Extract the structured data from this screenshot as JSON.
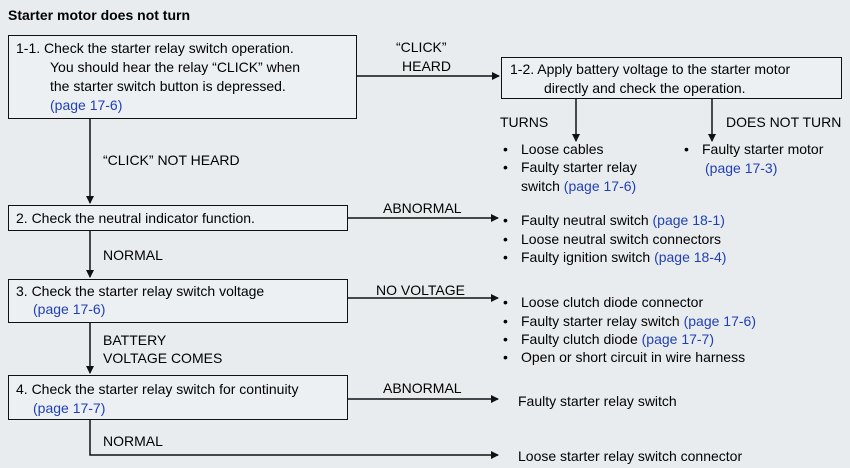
{
  "title": "Starter motor does not turn",
  "steps": {
    "s1_1": {
      "line1": "1-1. Check the starter relay switch operation.",
      "line2": "You should hear the relay “CLICK” when",
      "line3": "the starter switch button is depressed.",
      "ref": "(page 17-6)"
    },
    "s1_2": {
      "line1": "1-2. Apply battery voltage to the starter motor",
      "line2": "directly and check the operation."
    },
    "s2": {
      "line1": "2. Check the neutral indicator function."
    },
    "s3": {
      "line1": "3. Check the starter relay switch voltage",
      "ref": "(page 17-6)"
    },
    "s4": {
      "line1": "4. Check the starter relay switch for continuity",
      "ref": "(page 17-7)"
    }
  },
  "labels": {
    "click_heard_1": "“CLICK”",
    "click_heard_2": "HEARD",
    "click_not_heard": "“CLICK” NOT HEARD",
    "turns": "TURNS",
    "does_not_turn": "DOES NOT TURN",
    "abnormal_2": "ABNORMAL",
    "normal_2": "NORMAL",
    "no_voltage": "NO VOLTAGE",
    "battery_1": "BATTERY",
    "battery_2": "VOLTAGE COMES",
    "abnormal_4": "ABNORMAL",
    "normal_4": "NORMAL"
  },
  "results": {
    "turns": {
      "item1": "Loose cables",
      "item2a": "Faulty starter relay",
      "item2b": "switch",
      "item2b_ref": "(page 17-6)"
    },
    "not_turn": {
      "item1": "Faulty starter motor",
      "item1_ref": "(page 17-3)"
    },
    "s2": {
      "item1": "Faulty neutral switch",
      "item1_ref": "(page 18-1)",
      "item2": "Loose neutral switch connectors",
      "item3": "Faulty ignition switch",
      "item3_ref": "(page 18-4)"
    },
    "s3": {
      "item1": "Loose clutch diode connector",
      "item2": "Faulty starter relay switch",
      "item2_ref": "(page 17-6)",
      "item3": "Faulty clutch diode",
      "item3_ref": "(page 17-7)",
      "item4": "Open or short circuit in wire harness"
    },
    "s4": {
      "item1": "Faulty starter relay switch"
    },
    "final": {
      "item1": "Loose starter relay switch connector"
    }
  },
  "bullet": "•",
  "colors": {
    "link": "#1f3fb5",
    "line": "#111111",
    "background": "#e9ecef"
  }
}
